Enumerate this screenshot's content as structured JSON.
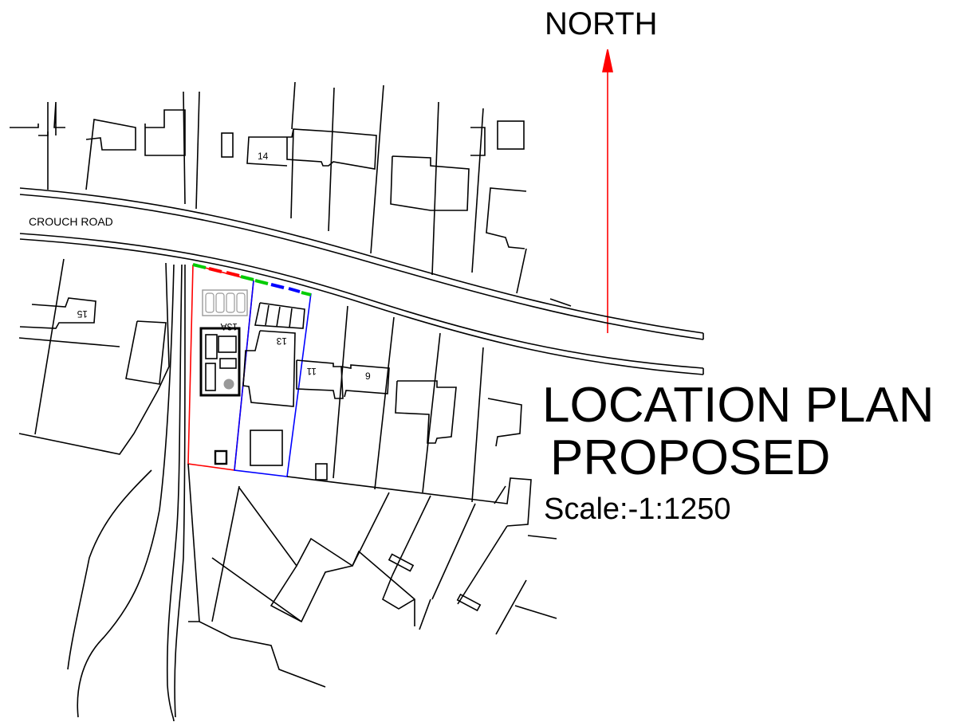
{
  "north_label": "NORTH",
  "title_line1": "LOCATION PLAN",
  "title_line2": "PROPOSED",
  "scale_label": "Scale:-1:1250",
  "road_name": "CROUCH ROAD",
  "plot_numbers": {
    "p14": "14",
    "p15": "15",
    "p13a": "13A",
    "p13": "13",
    "p11": "11",
    "p9": "9"
  },
  "colors": {
    "north_arrow": "#ff0000",
    "site_boundary": "#ff0000",
    "neighbour_boundary": "#0000ff",
    "visibility_splay": "#00cc00",
    "linework": "#000000",
    "parking_grey": "#999999"
  }
}
